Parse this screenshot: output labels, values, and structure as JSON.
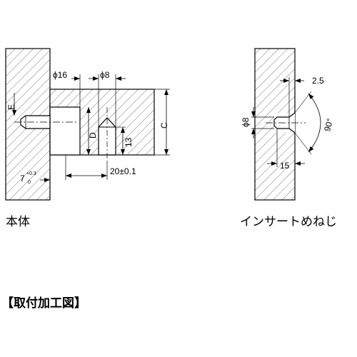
{
  "left_view": {
    "caption": "本体",
    "dims": {
      "phi16": "ϕ16",
      "phi8": "ϕ8",
      "E": "E",
      "D": "D",
      "C": "C",
      "d13": "13",
      "d20": "20±0.1",
      "d7": "7",
      "d7_sup": "+0.3",
      "d7_sub": "0"
    }
  },
  "right_view": {
    "caption": "インサートめねじ",
    "dims": {
      "d25": "2.5",
      "phi8": "ϕ8",
      "d90": "90°",
      "d15": "15"
    }
  },
  "section_title": "【取付加工図】"
}
